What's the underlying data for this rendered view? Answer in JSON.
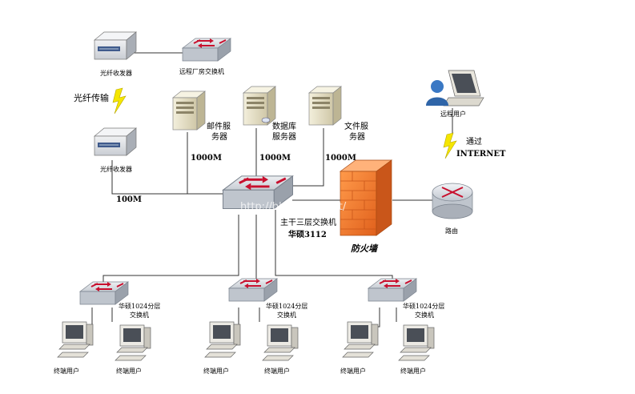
{
  "labels": {
    "fiber_top": "光纤收发器",
    "fiber_bottom": "光纤收发器",
    "fiber_link": "光纤传输",
    "remote_switch": "远程厂房交换机",
    "mail_server": [
      "邮件服",
      "务器"
    ],
    "db_server": [
      "数据库",
      "服务器"
    ],
    "file_server": [
      "文件服",
      "务器"
    ],
    "speed_mail": "1000M",
    "speed_db": "1000M",
    "speed_file": "1000M",
    "speed_fiber": "100M",
    "core_switch": [
      "主干三层交换机",
      "华硕3112"
    ],
    "firewall": "防火墙",
    "router": "路由",
    "remote_user": "远程用户",
    "internet": [
      "通过",
      "INTERNET"
    ],
    "access_switch_1": [
      "华硕1024分层",
      "交换机"
    ],
    "access_switch_2": [
      "华硕1024分层",
      "交换机"
    ],
    "access_switch_3": [
      "华硕1024分层",
      "交换机"
    ],
    "terminals": [
      "终端用户",
      "终端用户",
      "终端用户",
      "终端用户",
      "终端用户",
      "终端用户"
    ],
    "watermark": "http://blog.csdn.net/"
  },
  "colors": {
    "switch_top": "#d9dde3",
    "switch_side": "#aab0b9",
    "arrow": "#c8102e",
    "firewall": "#f07a2a",
    "firewall_dark": "#c9561a",
    "lightning": "#f5e600",
    "server": "#e8e2c8",
    "user_blue": "#3a78c4"
  }
}
